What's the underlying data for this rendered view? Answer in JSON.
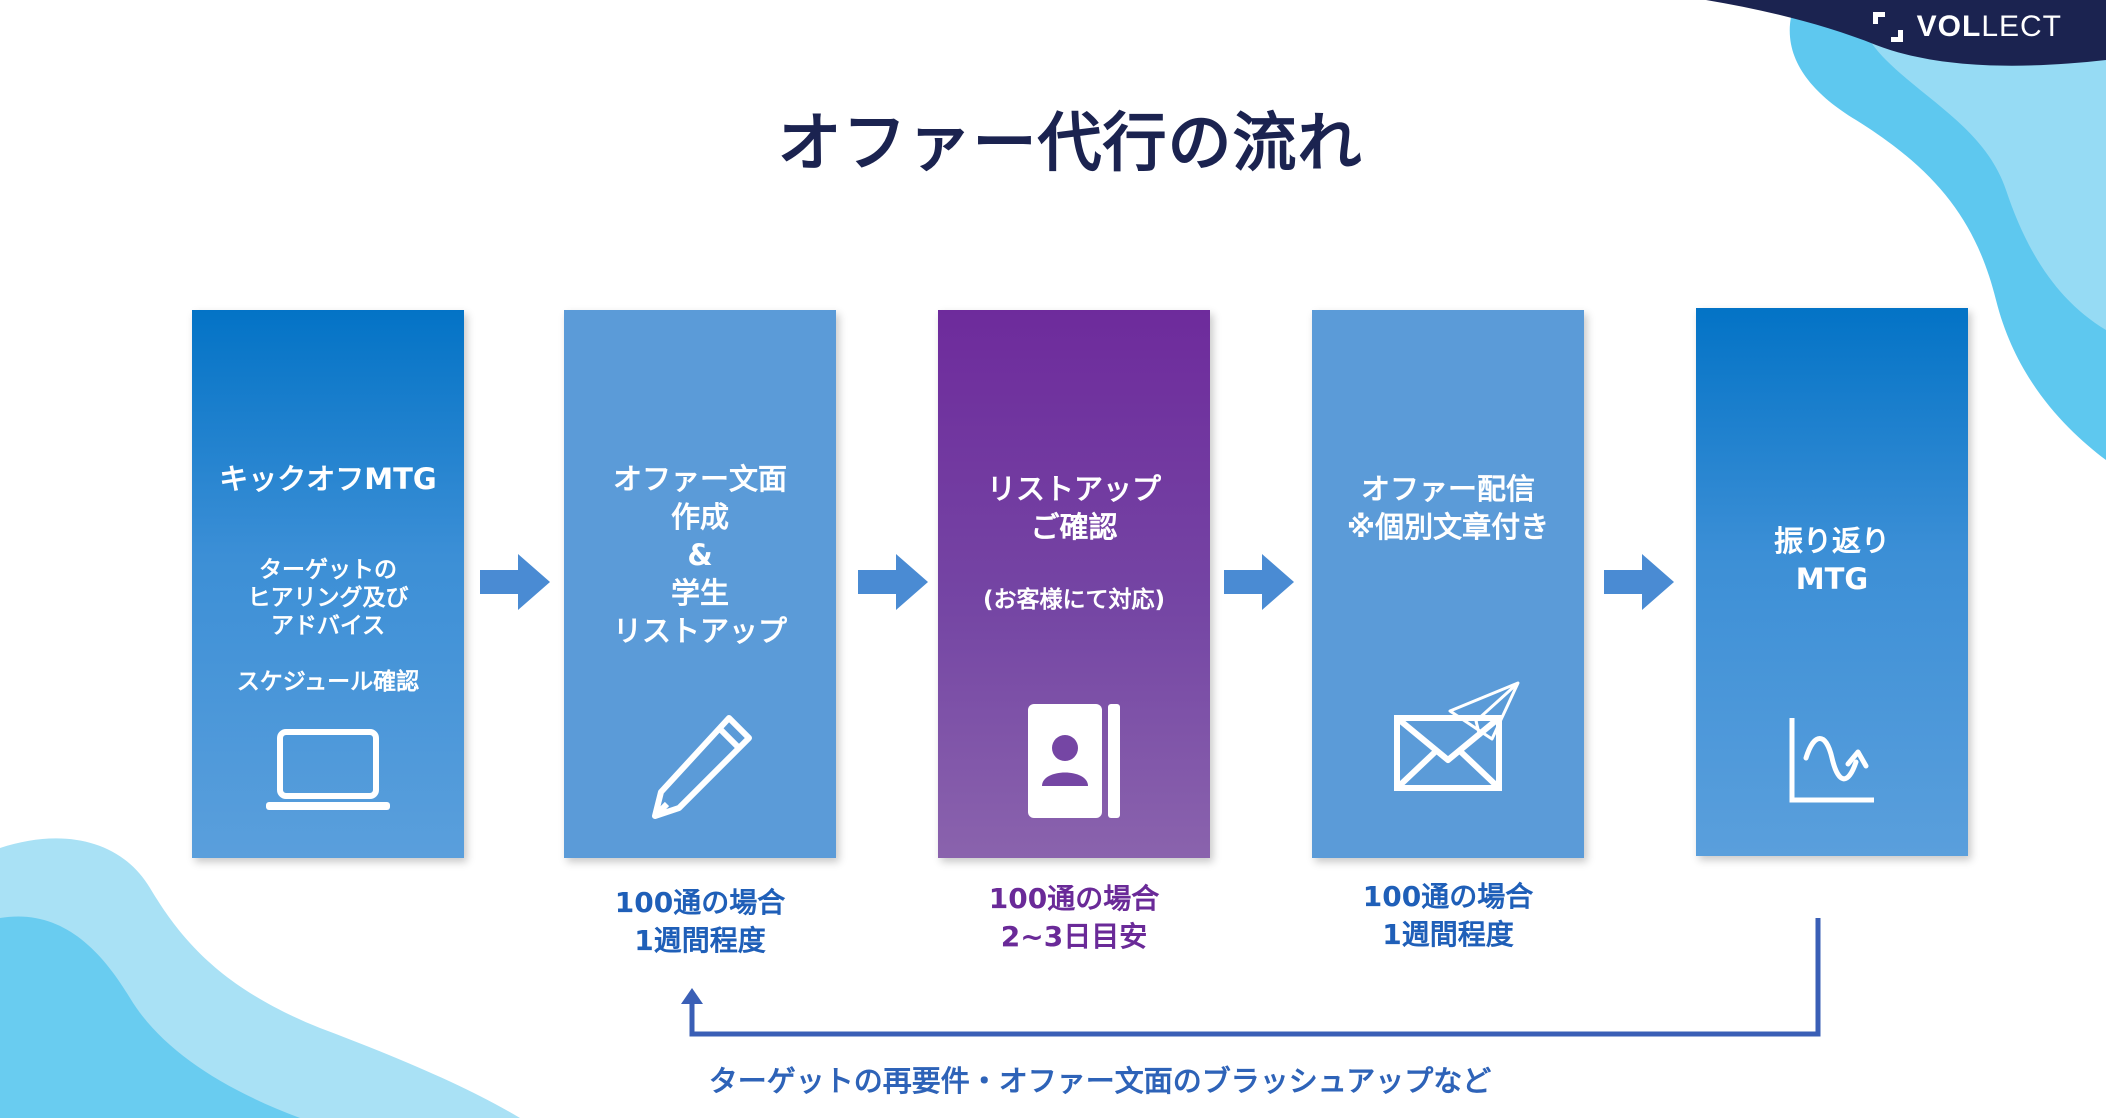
{
  "brand": {
    "name_bold": "VOL",
    "name_light": "LECT"
  },
  "title": "オファー代行の流れ",
  "steps": [
    {
      "title_lines": [
        "キックオフMTG"
      ],
      "sub_lines": [
        "ターゲットの",
        "ヒアリング及び",
        "アドバイス",
        "",
        "スケジュール確認"
      ],
      "icon": "laptop-icon"
    },
    {
      "title_lines": [
        "オファー文面",
        "作成",
        "&",
        "学生",
        "リストアップ"
      ],
      "icon": "pencil-icon"
    },
    {
      "title_lines": [
        "リストアップ",
        "ご確認"
      ],
      "sub_lines": [
        "(お客様にて対応)"
      ],
      "icon": "contact-book-icon"
    },
    {
      "title_lines": [
        "オファー配信",
        "※個別文章付き"
      ],
      "icon": "mail-icon"
    },
    {
      "title_lines": [
        "振り返り",
        "MTG"
      ],
      "icon": "chart-icon"
    }
  ],
  "notes": [
    {
      "lines": [
        "100通の場合",
        "1週間程度"
      ]
    },
    {
      "lines": [
        "100通の場合",
        "2~3日目安"
      ]
    },
    {
      "lines": [
        "100通の場合",
        "1週間程度"
      ]
    }
  ],
  "feedback": "ターゲットの再要件・オファー文面のブラッシュアップなど",
  "colors": {
    "title": "#1b2350",
    "card_blue": "#5b9bd8",
    "card_blue_dark": "#0373c6",
    "card_purple": "#6e2b9c",
    "note_blue": "#1f5fb8",
    "note_purple": "#6a2a98",
    "loop_line": "#3a5fb6"
  }
}
